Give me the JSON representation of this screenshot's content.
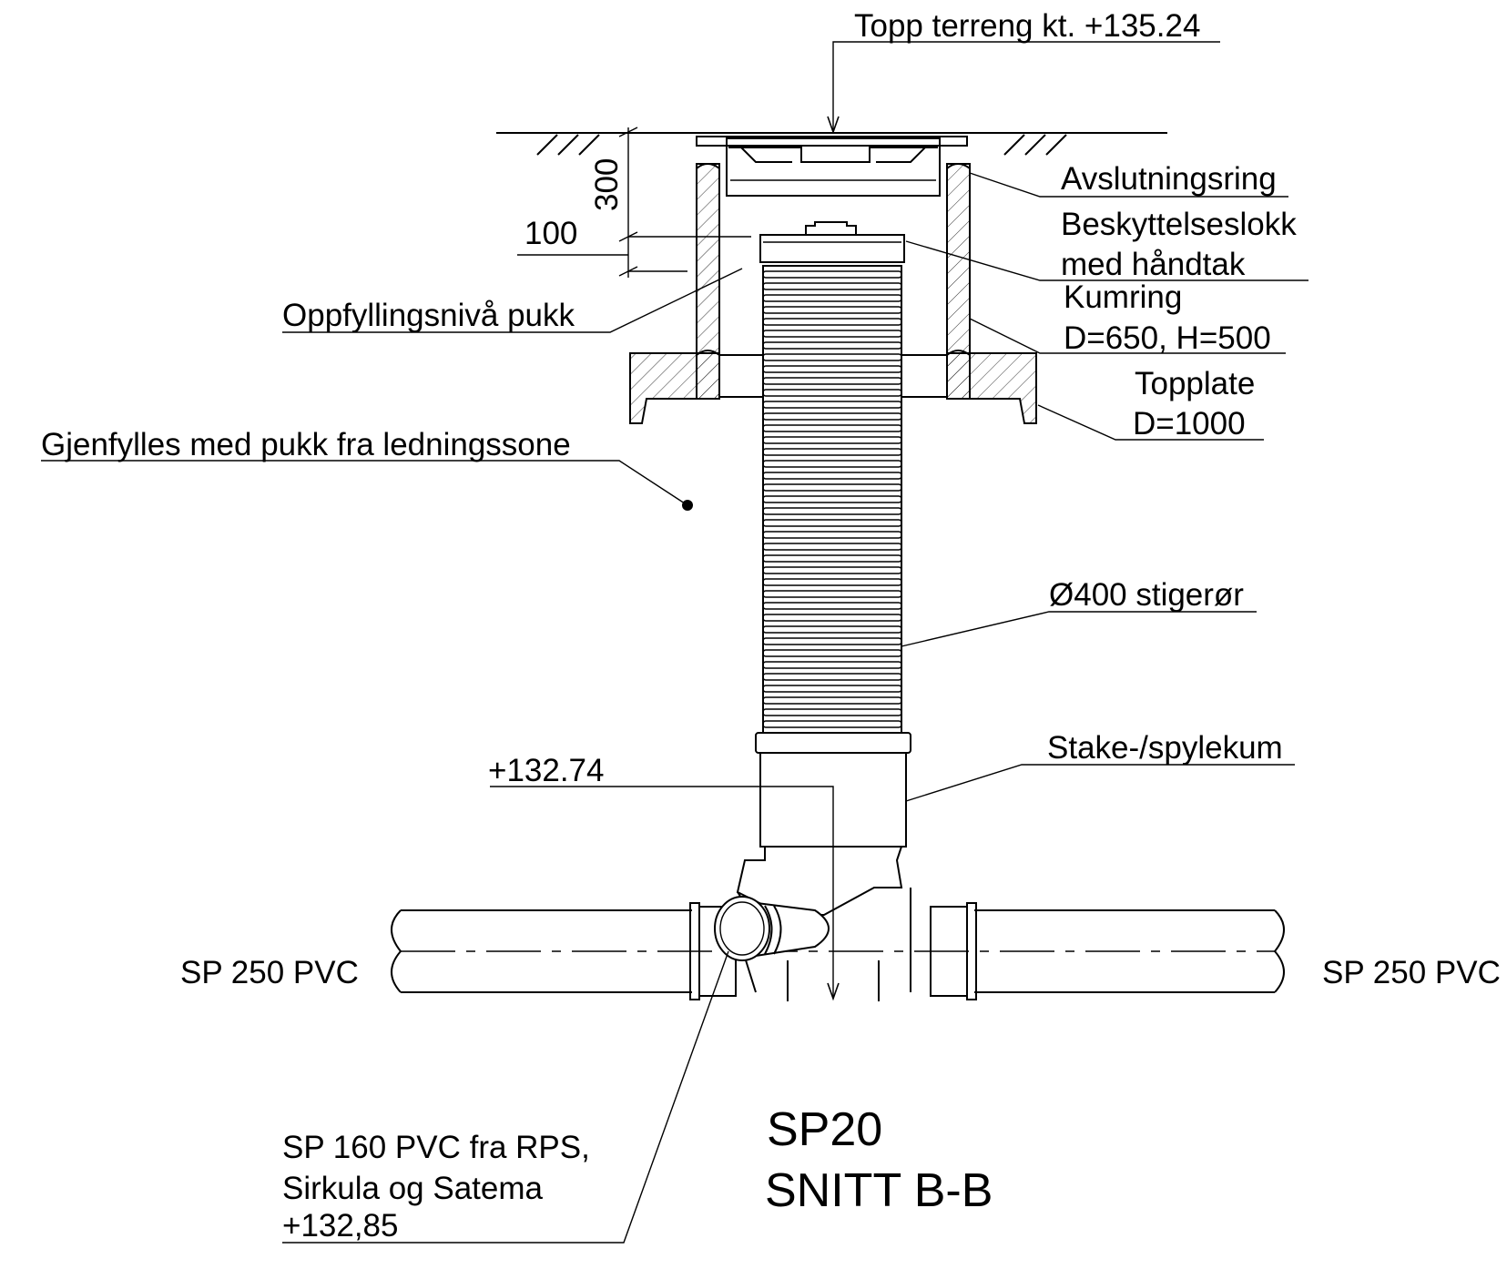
{
  "drawing": {
    "title_line1": "SP20",
    "title_line2": "SNITT B-B"
  },
  "labels": {
    "terrain_top": "Topp terreng kt. +135.24",
    "closing_ring": "Avslutningsring",
    "protective_lid_line1": "Beskyttelseslokk",
    "protective_lid_line2": "med håndtak",
    "manhole_ring_line1": "Kumring",
    "manhole_ring_line2": "D=650, H=500",
    "top_plate_line1": "Topplate",
    "top_plate_line2": "D=1000",
    "fill_level": "Oppfyllingsnivå pukk",
    "backfill": "Gjenfylles med pukk fra ledningssone",
    "riser_pipe": "Ø400 stigerør",
    "rodding_chamber": "Stake-/spylekum",
    "invert_level": "+132.74",
    "pipe_left": "SP 250 PVC",
    "pipe_right": "SP 250 PVC",
    "branch_line1": "SP 160 PVC fra RPS,",
    "branch_line2": "Sirkula og Satema",
    "branch_line3": "+132,85"
  },
  "dimensions": {
    "depth_to_ring": "300",
    "lid_offset": "100"
  }
}
